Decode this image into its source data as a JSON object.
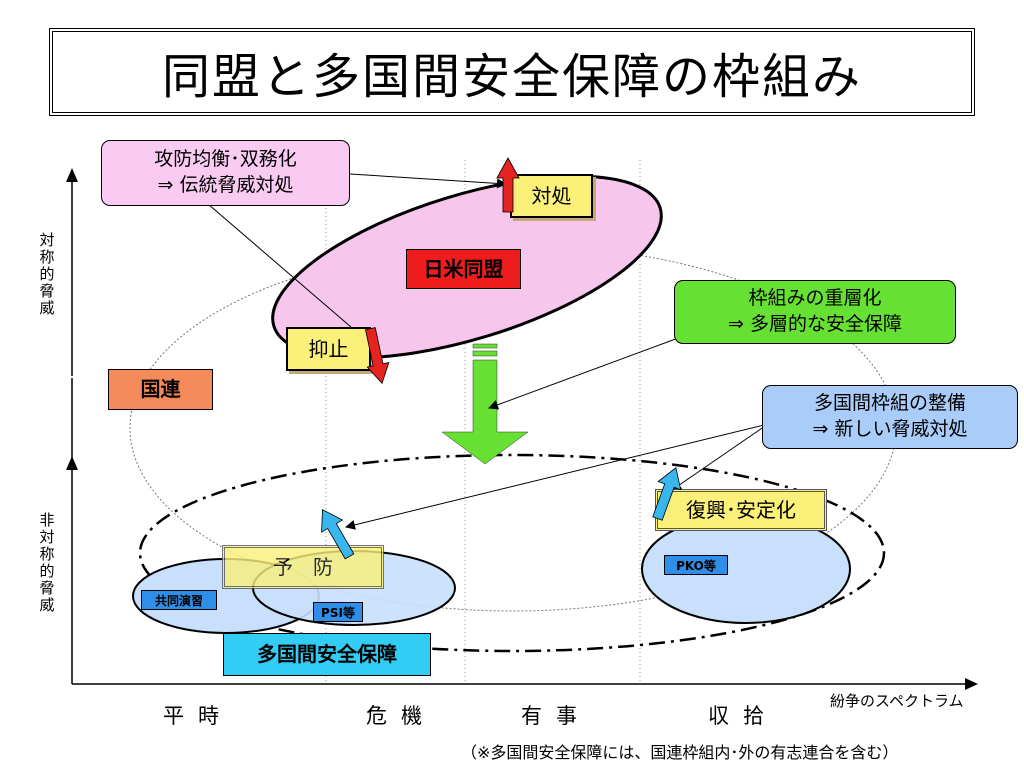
{
  "title": "同盟と多国間安全保障の枠組み",
  "callouts": {
    "offense_defense": {
      "line1": "攻防均衡･双務化",
      "line2": "⇒  伝統脅威対処"
    },
    "layering": {
      "line1": "枠組みの重層化",
      "line2": "⇒  多層的な安全保障"
    },
    "multilateral_framework": {
      "line1": "多国間枠組の整備",
      "line2": "⇒  新しい脅威対処"
    }
  },
  "labels": {
    "alliance": "日米同盟",
    "un": "国連",
    "response": "対処",
    "deterrence": "抑止",
    "prevention": "予　防",
    "reconstruction": "復興･安定化",
    "joint_exercise": "共同演習",
    "psi": "PSI等",
    "pko": "PKO等",
    "multilateral_security": "多国間安全保障"
  },
  "y_axis": {
    "symmetric": "対称的脅威",
    "asymmetric": "非対称的脅威"
  },
  "x_axis": {
    "title": "紛争のスペクトラム",
    "phases": [
      "平時",
      "危機",
      "有事",
      "収拾"
    ]
  },
  "footnote": "（※多国間安全保障には、国連枠組内･外の有志連合を含む）",
  "colors": {
    "alliance_fill": "#f6c6ec",
    "alliance_label": "#ee1c1c",
    "un_label": "#f58a5a",
    "callout_pink": "#f9cbf3",
    "callout_green": "#66e033",
    "callout_blue": "#a9cdf8",
    "yellow_box": "#fbf07a",
    "multilateral_fill": "#c8e0fb",
    "multilateral_label": "#33ccf5",
    "tag_blue": "#2f8ee8",
    "arrow_red": "#e52320",
    "arrow_cyan": "#3ab6ee",
    "arrow_green": "#66e033"
  }
}
